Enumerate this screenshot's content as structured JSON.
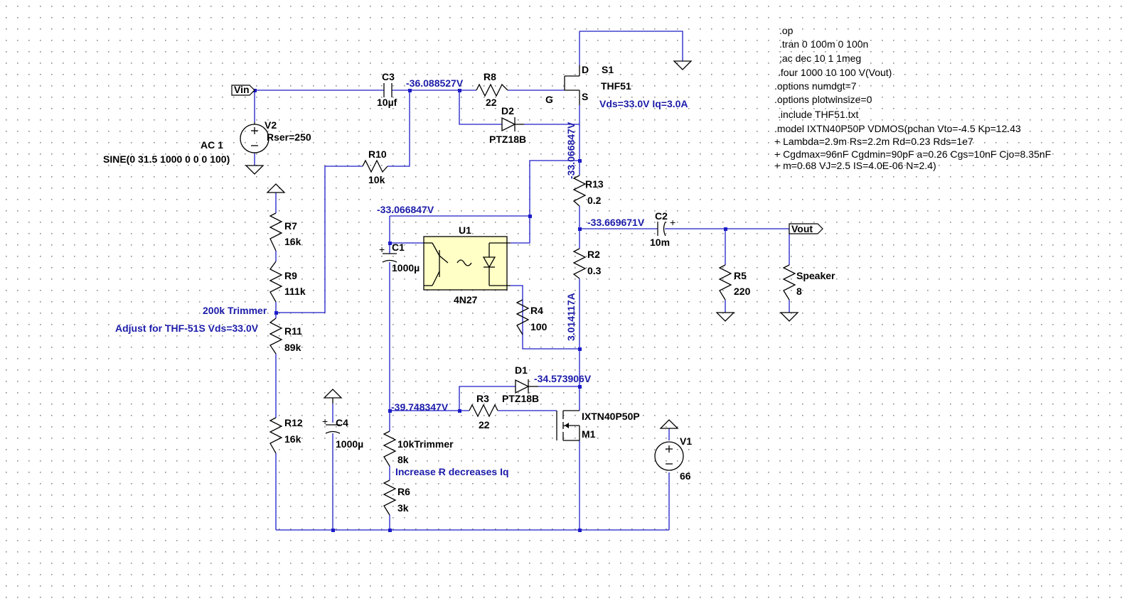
{
  "colors": {
    "wire": "#1c1cc8",
    "component": "#000000",
    "annotation": "#1c1caa",
    "optocoupler_fill": "#ffffc6"
  },
  "directives": [
    ".op",
    ".tran 0 100m 0 100n",
    ";ac dec 10 1 1meg",
    ".four 1000 10 100 V(Vout)",
    ".options numdgt=7",
    ".options plotwinsize=0",
    ".include THF51.txt",
    ".model IXTN40P50P VDMOS(pchan Vto=-4.5 Kp=12.43",
    "+ Lambda=2.9m Rs=2.2m Rd=0.23 Rds=1e7",
    "+ Cgdmax=96nF Cgdmin=90pF a=0.26 Cgs=10nF Cjo=8.35nF",
    "+ m=0.68 VJ=2.5 IS=4.0E-06 N=2.4)"
  ],
  "net_labels": {
    "vin": "Vin",
    "vout": "Vout"
  },
  "operating_points": {
    "v_r8": "-36.088527V",
    "v_s1_source": "-33.066847V",
    "v_opto": "-33.066847V",
    "v_out_node": "-33.669671V",
    "i_m1": "3.014117A",
    "v_d1": "-34.573906V",
    "v_gate": "-39.748347V"
  },
  "notes": {
    "trimmer200k": "200k Trimmer",
    "adjust": "Adjust for THF-51S Vds=33.0V",
    "trimmer10k": "10kTrimmer",
    "increase": "Increase R decreases Iq",
    "s1_spec": "Vds=33.0V  Iq=3.0A"
  },
  "components": {
    "V2": {
      "name": "V2",
      "value": "AC 1",
      "param": "Rser=250",
      "sine": "SINE(0 31.5 1000 0 0 0 100)"
    },
    "C3": {
      "name": "C3",
      "value": "10µf"
    },
    "R8": {
      "name": "R8",
      "value": "22"
    },
    "D2": {
      "name": "D2",
      "value": "PTZ18B"
    },
    "S1": {
      "name": "S1",
      "value": "THF51",
      "pin_d": "D",
      "pin_g": "G",
      "pin_s": "S"
    },
    "R10": {
      "name": "R10",
      "value": "10k"
    },
    "R13": {
      "name": "R13",
      "value": "0.2"
    },
    "C2": {
      "name": "C2",
      "value": "10m"
    },
    "R5": {
      "name": "R5",
      "value": "220"
    },
    "Speaker": {
      "name": "Speaker",
      "value": "8"
    },
    "R2": {
      "name": "R2",
      "value": "0.3"
    },
    "U1": {
      "name": "U1",
      "value": "4N27"
    },
    "C1": {
      "name": "C1",
      "value": "1000µ"
    },
    "R4": {
      "name": "R4",
      "value": "100"
    },
    "R7": {
      "name": "R7",
      "value": "16k"
    },
    "R9": {
      "name": "R9",
      "value": "111k"
    },
    "R11": {
      "name": "R11",
      "value": "89k"
    },
    "R12": {
      "name": "R12",
      "value": "16k"
    },
    "C4": {
      "name": "C4",
      "value": "1000µ"
    },
    "D1": {
      "name": "D1",
      "value": "PTZ18B"
    },
    "R3": {
      "name": "R3",
      "value": "22"
    },
    "M1": {
      "name": "M1",
      "value": "IXTN40P50P"
    },
    "Rtrim": {
      "value": "8k"
    },
    "R6": {
      "name": "R6",
      "value": "3k"
    },
    "V1": {
      "name": "V1",
      "value": "66"
    }
  }
}
